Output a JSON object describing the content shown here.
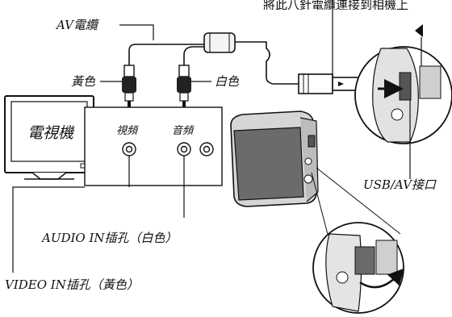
{
  "labels": {
    "top_caption": "將此八針電纜連接到相機上",
    "av_cable": "AV電纜",
    "yellow": "黃色",
    "white": "白色",
    "tv": "電視機",
    "video_jack": "視頻",
    "audio_jack": "音頻",
    "usb_av_port": "USB/AV接口",
    "audio_in": "AUDIO IN插孔（白色）",
    "video_in": "VIDEO IN插孔（黃色）"
  },
  "icons": {
    "triangle_marker": "triangle-left-icon",
    "push_arrow": "arrow-right-icon",
    "down_arrows": "arrow-down-icon",
    "rotate_arrow": "curved-arrow-icon"
  }
}
